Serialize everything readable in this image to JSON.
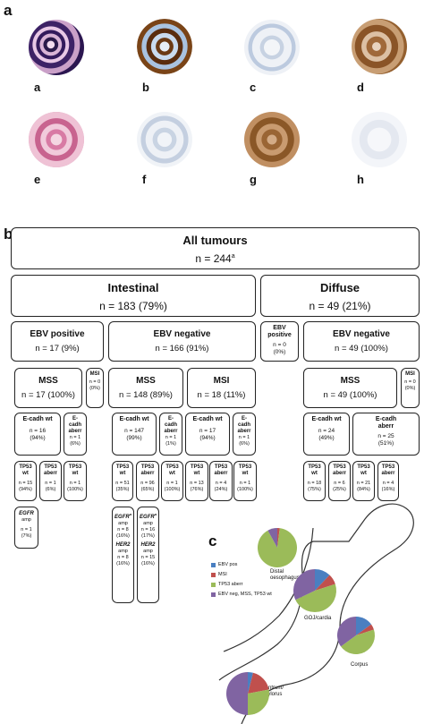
{
  "panel_a": {
    "letter": "a",
    "images": [
      {
        "label": "a",
        "stain": "he-dark"
      },
      {
        "label": "b",
        "stain": "dab-heavy"
      },
      {
        "label": "c",
        "stain": "dab-negative"
      },
      {
        "label": "d",
        "stain": "dab-diffuse"
      },
      {
        "label": "e",
        "stain": "he-pink"
      },
      {
        "label": "f",
        "stain": "dab-sparse"
      },
      {
        "label": "g",
        "stain": "dab-diffuse"
      },
      {
        "label": "h",
        "stain": "dab-negative"
      }
    ]
  },
  "panel_b": {
    "letter": "b",
    "all": {
      "title": "All tumours",
      "line": "n = 244",
      "sup": "a"
    },
    "intestinal": {
      "title": "Intestinal",
      "line": "n = 183 (79%)"
    },
    "diffuse": {
      "title": "Diffuse",
      "line": "n = 49 (21%)"
    },
    "ebv_pos_i": {
      "title": "EBV positive",
      "line": "n = 17 (9%)"
    },
    "ebv_neg_i": {
      "title": "EBV negative",
      "line": "n = 166 (91%)"
    },
    "ebv_pos_d": {
      "title": "EBV positive",
      "line1": "n = 0",
      "line2": "(0%)"
    },
    "ebv_neg_d": {
      "title": "EBV negative",
      "line": "n = 49 (100%)"
    },
    "mss_1": {
      "title": "MSS",
      "line": "n = 17 (100%)"
    },
    "msi_1": {
      "title": "MSI",
      "line1": "n = 0",
      "line2": "(0%)"
    },
    "mss_2": {
      "title": "MSS",
      "line": "n = 148 (89%)"
    },
    "msi_2": {
      "title": "MSI",
      "line": "n = 18 (11%)"
    },
    "mss_3": {
      "title": "MSS",
      "line": "n = 49 (100%)"
    },
    "msi_3": {
      "title": "MSI",
      "line1": "n = 0",
      "line2": "(0%)"
    },
    "ecad_wt_1": {
      "title": "E-cadh wt",
      "line1": "n = 16",
      "line2": "(94%)"
    },
    "ecad_ab_1": {
      "title1": "E-",
      "title2": "cadh",
      "title3": "aberr",
      "line1": "n = 1",
      "line2": "(6%)"
    },
    "ecad_wt_2": {
      "title": "E-cadh wt",
      "line1": "n = 147",
      "line2": "(99%)"
    },
    "ecad_ab_2": {
      "title1": "E-",
      "title2": "cadh",
      "title3": "aberr",
      "line1": "n = 1",
      "line2": "(1%)"
    },
    "ecad_wt_3": {
      "title": "E-cadh wt",
      "line1": "n = 17",
      "line2": "(94%)"
    },
    "ecad_ab_3": {
      "title1": "E-",
      "title2": "cadh",
      "title3": "aberr",
      "line1": "n = 1",
      "line2": "(6%)"
    },
    "ecad_wt_4": {
      "title": "E-cadh wt",
      "line1": "n = 24",
      "line2": "(49%)"
    },
    "ecad_ab_4": {
      "title1": "E-cadh",
      "title2": "aberr",
      "line1": "n = 25",
      "line2": "(51%)"
    },
    "tp53": [
      {
        "t1": "TP53",
        "t2": "wt",
        "l1": "n = 15",
        "l2": "(94%)"
      },
      {
        "t1": "TP53",
        "t2": "aberr",
        "l1": "n = 1",
        "l2": "(6%)"
      },
      {
        "t1": "TP53",
        "t2": "wt",
        "l1": "n = 1",
        "l2": "(100%)"
      },
      {
        "t1": "TP53",
        "t2": "wt",
        "l1": "n = 51",
        "l2": "(35%)"
      },
      {
        "t1": "TP53",
        "t2": "aberr",
        "l1": "n = 96",
        "l2": "(65%)"
      },
      {
        "t1": "TP53",
        "t2": "wt",
        "l1": "n = 1",
        "l2": "(100%)"
      },
      {
        "t1": "TP53",
        "t2": "wt",
        "l1": "n = 13",
        "l2": "(76%)"
      },
      {
        "t1": "TP53",
        "t2": "aberr",
        "l1": "n = 4",
        "l2": "(24%)"
      },
      {
        "t1": "TP53",
        "t2": "wt",
        "l1": "n = 1",
        "l2": "(100%)"
      },
      {
        "t1": "TP53",
        "t2": "wt",
        "l1": "n = 18",
        "l2": "(75%)"
      },
      {
        "t1": "TP53",
        "t2": "aberr",
        "l1": "n = 6",
        "l2": "(25%)"
      },
      {
        "t1": "TP53",
        "t2": "wt",
        "l1": "n = 21",
        "l2": "(84%)"
      },
      {
        "t1": "TP53",
        "t2": "aberr",
        "l1": "n = 4",
        "l2": "(16%)"
      }
    ],
    "egfr_1": {
      "title": "EGFR",
      "title2": "amp",
      "line1": "n = 1",
      "line2": "(7%)"
    },
    "egfr_her2": {
      "a1": "EGFR",
      "a1s": "a",
      "a2": "amp",
      "a3": "n = 8",
      "a4": "(16%)",
      "b1": "HER2",
      "b2": "amp",
      "b3": "n = 8",
      "b4": "(16%)"
    },
    "egfr_her2_b": {
      "a1": "EGFR",
      "a1s": "a",
      "a2": "amp",
      "a3": "n = 16",
      "a4": "(17%)",
      "b1": "HER2",
      "b2": "amp",
      "b3": "n = 15",
      "b4": "(16%)"
    }
  },
  "panel_c": {
    "letter": "c",
    "legend": [
      {
        "label": "EBV pos",
        "color": "#4a7fc1"
      },
      {
        "label": "MSI",
        "color": "#c0504d"
      },
      {
        "label": "TP53 aberr",
        "color": "#9bbb59"
      },
      {
        "label": "EBV neg, MSS, TP53 wt",
        "color": "#8064a2"
      }
    ],
    "sites": [
      {
        "label1": "Distal",
        "label2": "oesophagus"
      },
      {
        "label1": "GOJ/cardia",
        "label2": ""
      },
      {
        "label1": "Corpus",
        "label2": ""
      },
      {
        "label1": "Antrum/",
        "label2": "pylorus"
      }
    ],
    "chart_data": {
      "type": "pie",
      "series": [
        {
          "name": "Distal oesophagus",
          "values": [
            0,
            2,
            90,
            8
          ]
        },
        {
          "name": "GOJ/cardia",
          "values": [
            12,
            8,
            48,
            32
          ]
        },
        {
          "name": "Corpus",
          "values": [
            15,
            5,
            45,
            35
          ]
        },
        {
          "name": "Antrum/pylorus",
          "values": [
            4,
            18,
            28,
            50
          ]
        }
      ],
      "categories": [
        "EBV pos",
        "MSI",
        "TP53 aberr",
        "EBV neg, MSS, TP53 wt"
      ]
    }
  }
}
